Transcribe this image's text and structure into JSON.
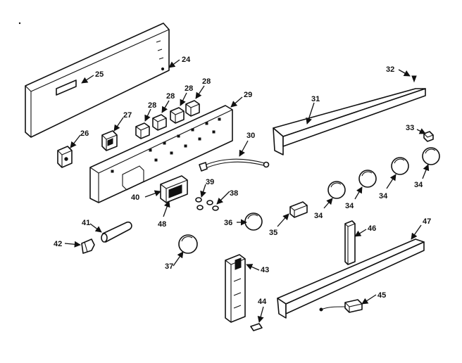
{
  "labels": {
    "n24": "24",
    "n25": "25",
    "n26": "26",
    "n27": "27",
    "n28a": "28",
    "n28b": "28",
    "n28c": "28",
    "n28d": "28",
    "n29": "29",
    "n30": "30",
    "n31": "31",
    "n32": "32",
    "n33": "33",
    "n34a": "34",
    "n34b": "34",
    "n34c": "34",
    "n34d": "34",
    "n35": "35",
    "n36": "36",
    "n37": "37",
    "n38": "38",
    "n39": "39",
    "n40": "40",
    "n41": "41",
    "n42": "42",
    "n43": "43",
    "n44": "44",
    "n45": "45",
    "n46": "46",
    "n47": "47",
    "n48": "48"
  },
  "colors": {
    "ink": "#111111",
    "paper": "#ffffff"
  }
}
